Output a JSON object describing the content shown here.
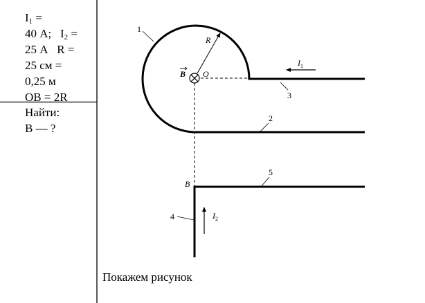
{
  "given": {
    "I1_symbol": "I",
    "I1_sub": "1",
    "eq1": " =",
    "I1_value": "40 А;",
    "I2_symbol": "I",
    "I2_sub": "2",
    "eq2": " =",
    "I2_value": "25 А",
    "R_expr": "R =",
    "R_value_cm": "25 см =",
    "R_value_m": "0,25 м",
    "OB_expr": "OB = 2R"
  },
  "find": {
    "title": "Найти:",
    "target": "B — ?"
  },
  "diagram": {
    "label_1": "1",
    "label_2": "2",
    "label_3": "3",
    "label_4": "4",
    "label_5": "5",
    "label_R": "R",
    "label_B_vec": "B",
    "label_O": "O",
    "label_B_point": "B",
    "label_I1": "I",
    "label_I1_sub": "1",
    "label_I2": "I",
    "label_I2_sub": "2"
  },
  "caption": "Покажем рисунок"
}
